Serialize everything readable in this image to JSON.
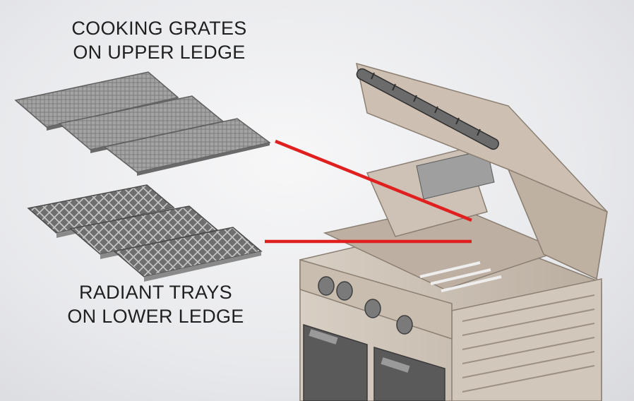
{
  "labels": {
    "cooking_grates": {
      "line1": "COOKING GRATES",
      "line2": "ON UPPER LEDGE"
    },
    "radiant_trays": {
      "line1": "RADIANT TRAYS",
      "line2": "ON LOWER LEDGE"
    }
  },
  "colors": {
    "pointer": "#e01f1f",
    "grill_body": "#cbbfb2",
    "grate": "#8f8f8f",
    "background": "#ecedf0"
  },
  "icons": {
    "grill": "grill-illustration",
    "grates": "cooking-grate-icon",
    "trays": "radiant-tray-icon"
  }
}
